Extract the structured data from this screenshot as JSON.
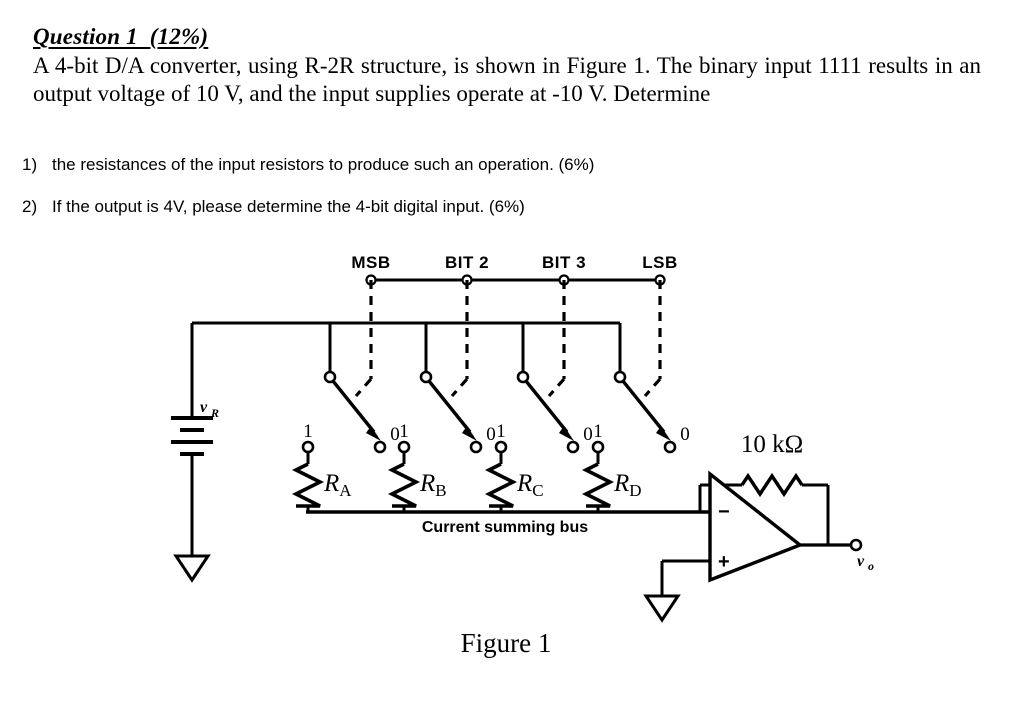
{
  "document": {
    "heading": "Question 1  (12%)",
    "paragraph": "A 4-bit D/A converter, using R-2R structure, is shown in Figure 1. The binary input 1111 results in an output voltage of 10 V, and the input supplies operate at -10 V. Determine",
    "items": [
      {
        "number": "1)",
        "text": "the resistances of the input resistors to produce such an operation. (6%)"
      },
      {
        "number": "2)",
        "text": "If the output is 4V, please determine the 4-bit digital input. (6%)"
      }
    ]
  },
  "figure": {
    "caption": "Figure 1",
    "bit_labels": [
      "MSB",
      "BIT 2",
      "BIT 3",
      "LSB"
    ],
    "switch_contacts": {
      "on_label": "1",
      "off_label": "0"
    },
    "switches": [
      {
        "name": "MSB",
        "one": "1",
        "zero": "0"
      },
      {
        "name": "BIT 2",
        "one": "1",
        "zero": "0"
      },
      {
        "name": "BIT 3",
        "one": "1",
        "zero": "0"
      },
      {
        "name": "LSB",
        "one": "1",
        "zero": "0"
      }
    ],
    "resistors": [
      {
        "symbol": "R",
        "subscript": "A"
      },
      {
        "symbol": "R",
        "subscript": "B"
      },
      {
        "symbol": "R",
        "subscript": "C"
      },
      {
        "symbol": "R",
        "subscript": "D"
      }
    ],
    "feedback_resistor": "10 kΩ",
    "bus_label": "Current summing bus",
    "source_label": "v",
    "source_sublabel": "R",
    "output_label": "v",
    "output_sublabel": "o",
    "opamp_inverting": "−",
    "opamp_noninverting": "+",
    "ink_color": "#000000",
    "paper_color": "#ffffff"
  }
}
